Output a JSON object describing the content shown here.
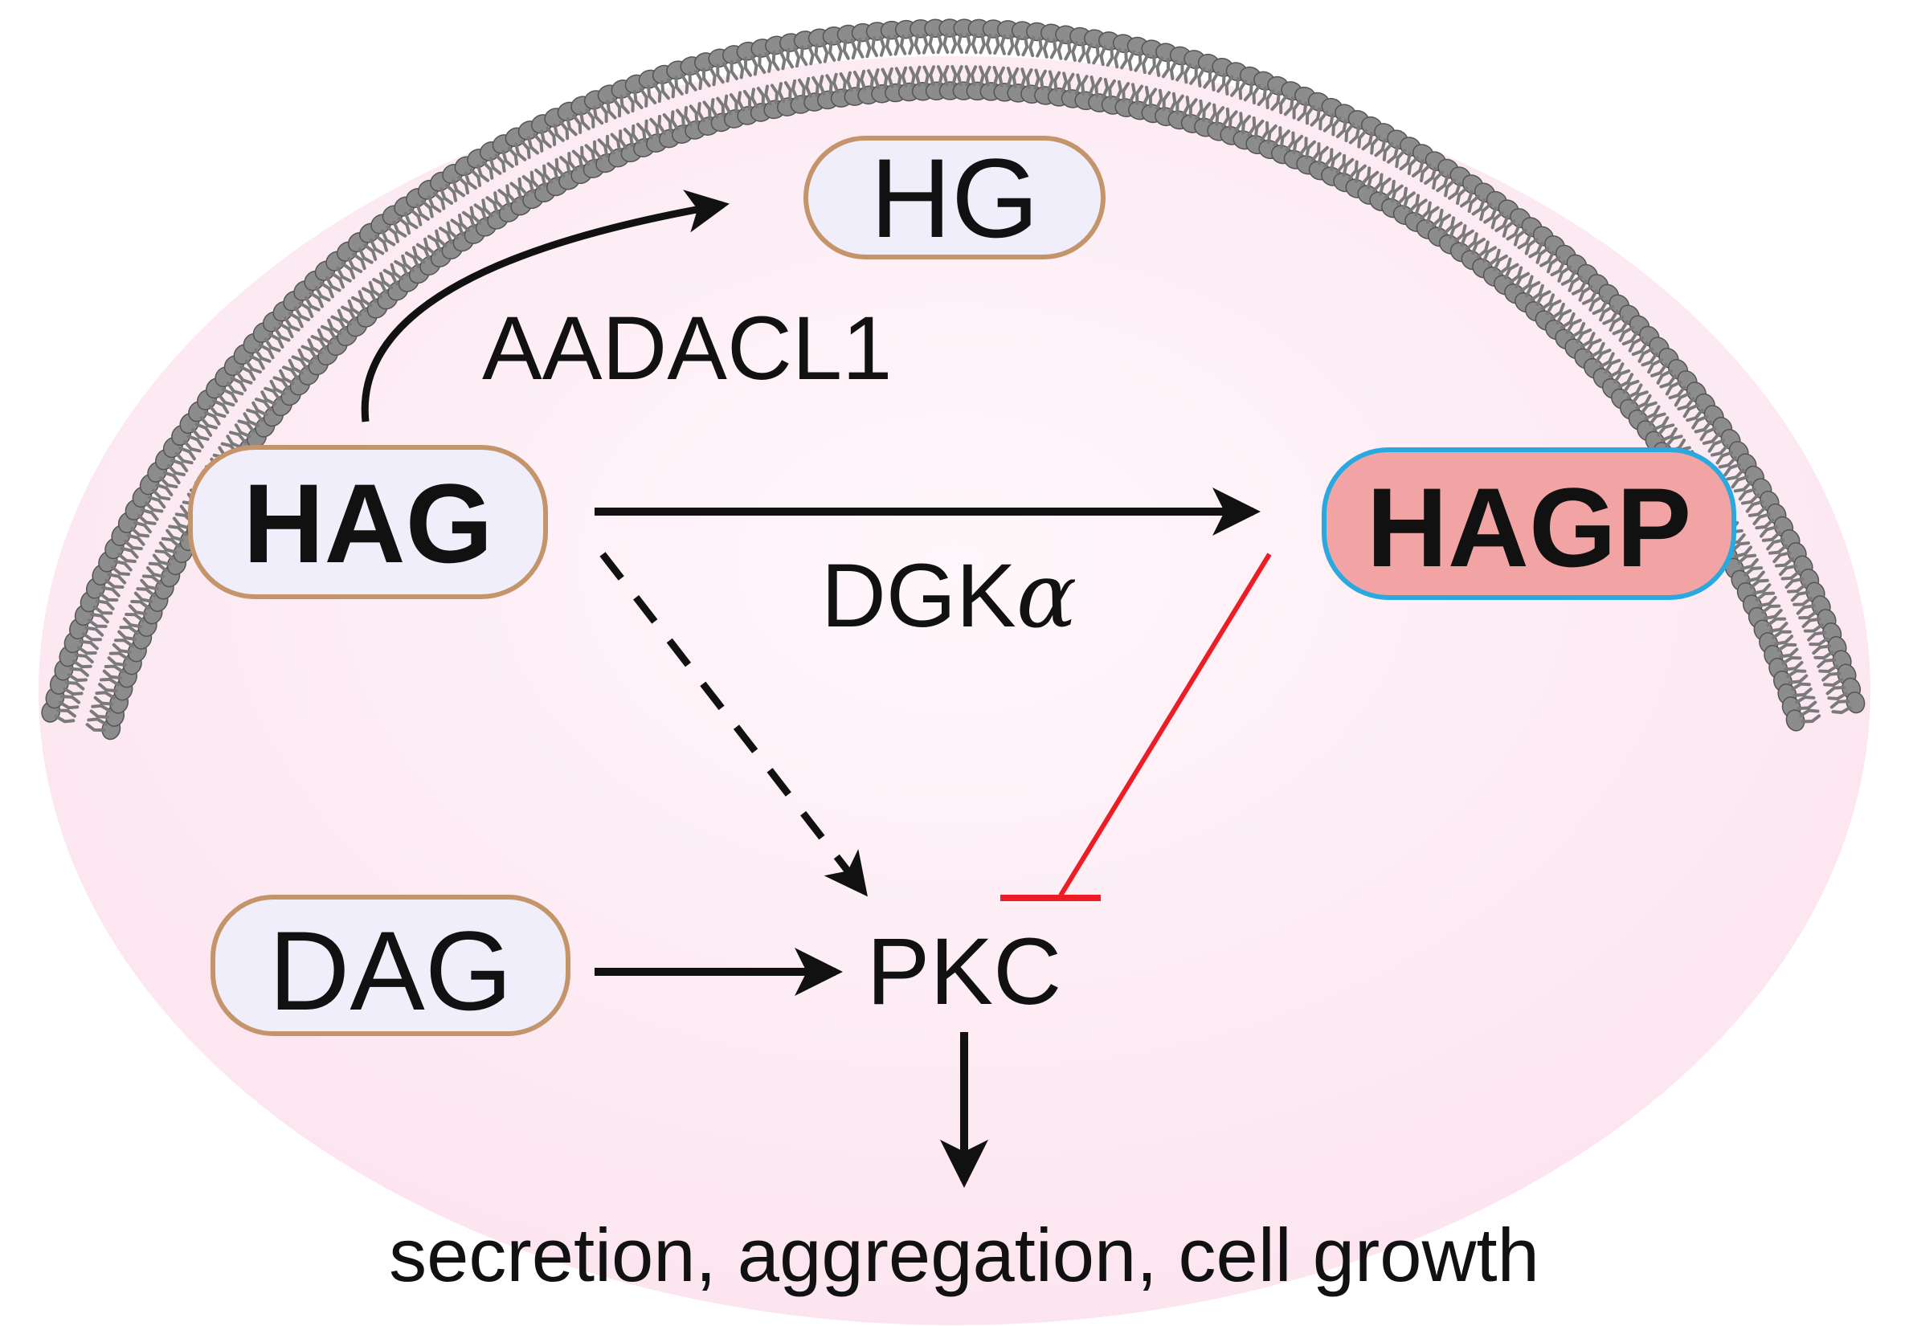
{
  "nodes": {
    "hg": "HG",
    "hag": "HAG",
    "hagp": "HAGP",
    "dag": "DAG",
    "pkc": "PKC"
  },
  "edges": {
    "aadacl1": "AADACL1",
    "dgk": "DGK",
    "dgk_greek": "α"
  },
  "outcome": "secretion, aggregation, cell growth",
  "colors": {
    "cell_fill": "#fde6f0",
    "membrane": "#8a8a8a",
    "box_fill": "#f0eefa",
    "box_border_tan": "#c4946a",
    "hagp_fill": "#f2a3a3",
    "hagp_border": "#29a9e0",
    "inhibit_line": "#ee1c24",
    "arrow": "#111111"
  }
}
